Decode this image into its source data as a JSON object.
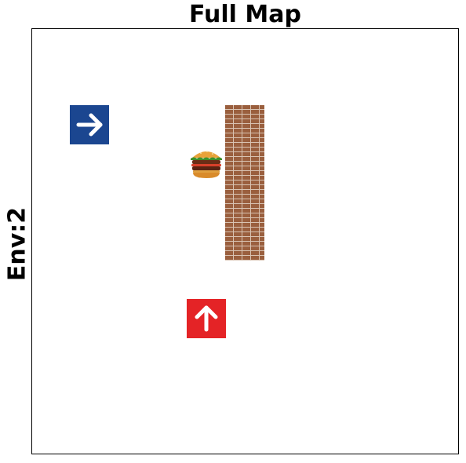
{
  "title": "Full Map",
  "env_label": "Env:2",
  "map": {
    "grid": "11x11",
    "objects": [
      {
        "type": "agent",
        "color": "#1b4690",
        "direction": "right",
        "icon": "arrow-right-icon"
      },
      {
        "type": "agent",
        "color": "#e42326",
        "direction": "up",
        "icon": "arrow-up-icon"
      },
      {
        "type": "wall",
        "icon": "brick-wall-icon"
      },
      {
        "type": "food",
        "icon": "burger-icon"
      }
    ]
  }
}
